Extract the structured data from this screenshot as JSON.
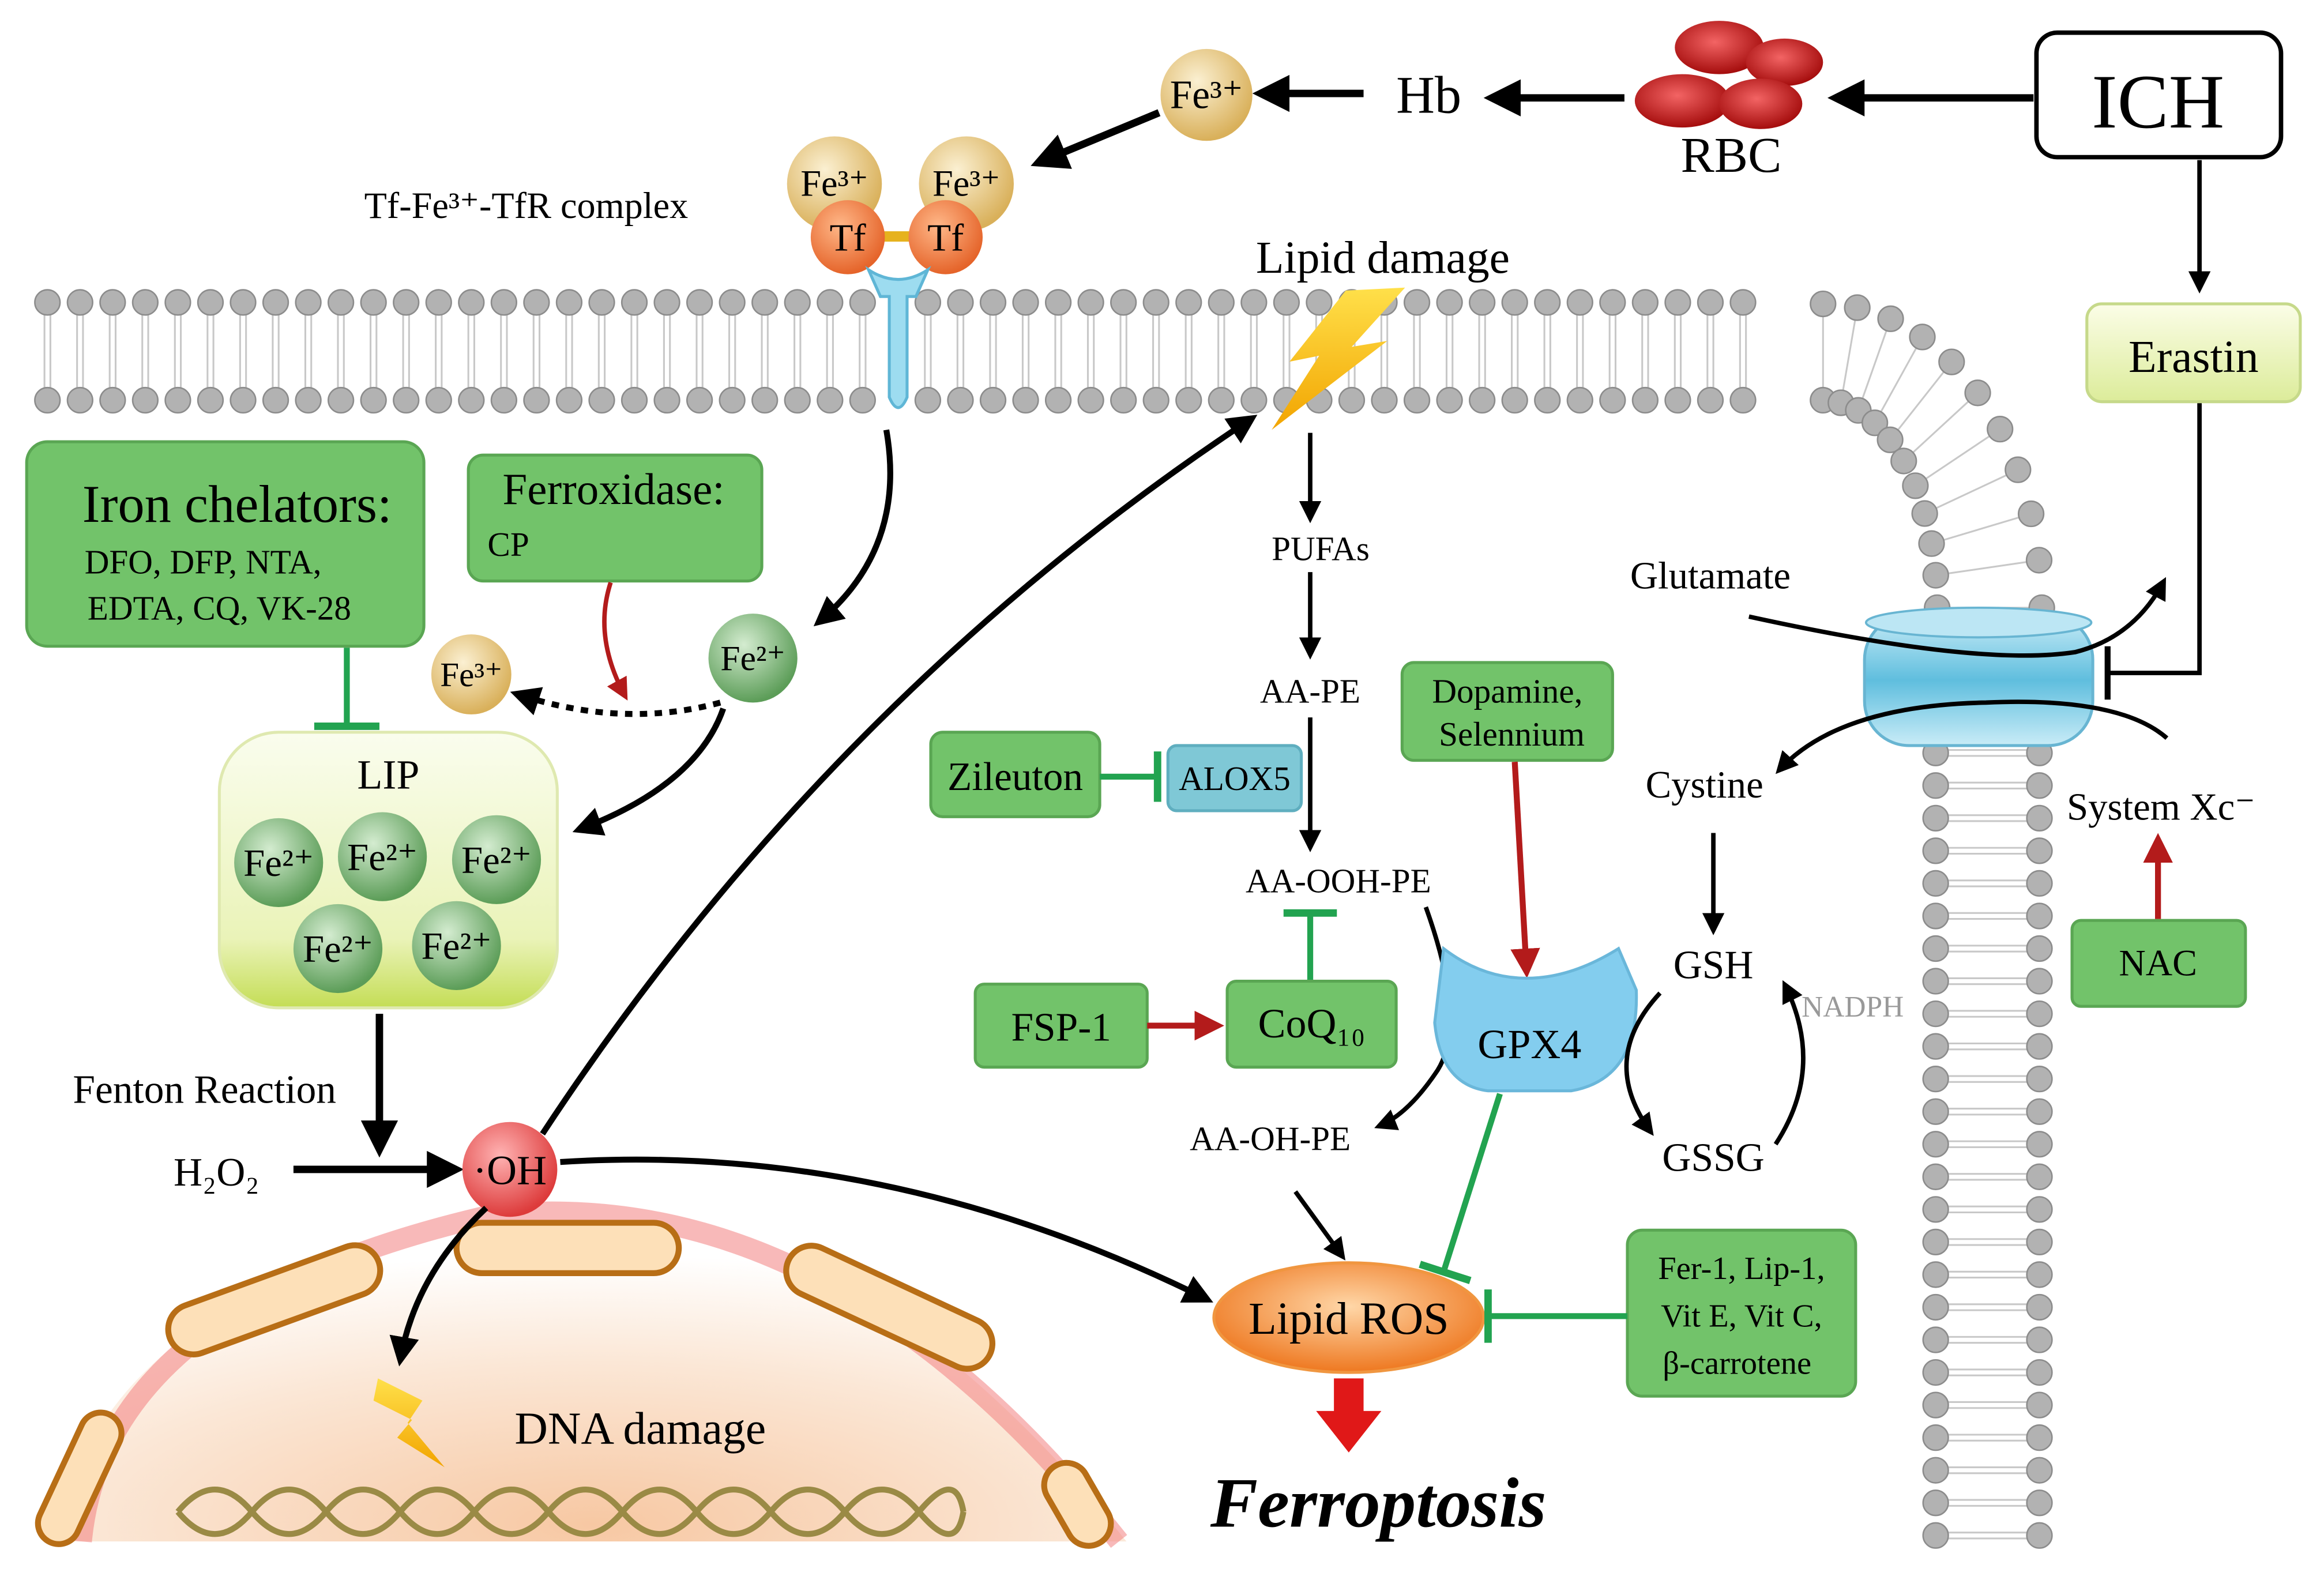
{
  "colors": {
    "green_box": "#72c36a",
    "green_box_stroke": "#5aa653",
    "inhibit_line": "#22a350",
    "red_arrow": "#b31b1b",
    "membrane_head": "#a9a9a9",
    "iron3": "#e8c777",
    "iron2": "#6fa96b",
    "hydroxyl": "#e44c4c",
    "lipid_ros": "#ee7d27",
    "gpx4": "#83cdee",
    "channel": "#7fcde5"
  },
  "ich": "ICH",
  "rbc": "RBC",
  "hb": "Hb",
  "fe3_free": "Fe³⁺",
  "fe3_left": "Fe³⁺",
  "fe3_right": "Fe³⁺",
  "tf_left": "Tf",
  "tf_right": "Tf",
  "tf_complex": "Tf-Fe³⁺-TfR complex",
  "erastin": "Erastin",
  "lipid_damage": "Lipid damage",
  "iron_chelators": {
    "title": "Iron chelators:",
    "line1": "DFO, DFP, NTA,",
    "line2": "EDTA, CQ, VK-28"
  },
  "ferroxidase": {
    "title": "Ferroxidase:",
    "line1": "CP"
  },
  "fe3_small": "Fe³⁺",
  "fe2_free": "Fe²⁺",
  "lip": {
    "label": "LIP",
    "ions": [
      "Fe²⁺",
      "Fe²⁺",
      "Fe²⁺",
      "Fe²⁺",
      "Fe²⁺"
    ]
  },
  "fenton": "Fenton Reaction",
  "h2o2": "H₂O₂",
  "oh": "·OH",
  "dna_damage": "DNA damage",
  "pufas": "PUFAs",
  "aa_pe": "AA-PE",
  "aa_ooh_pe": "AA-OOH-PE",
  "aa_oh_pe": "AA-OH-PE",
  "zileuton": "Zileuton",
  "alox5": "ALOX5",
  "fsp1": "FSP-1",
  "coq10": "CoQ₁₀",
  "dopamine": {
    "line1": "Dopamine,",
    "line2": "Selennium"
  },
  "gpx4": "GPX4",
  "glutamate": "Glutamate",
  "cystine": "Cystine",
  "gsh": "GSH",
  "gssg": "GSSG",
  "nadph": "NADPH",
  "system_xc": "System Xc⁻",
  "nac": "NAC",
  "lipid_ros": "Lipid ROS",
  "inhibitors": {
    "line1": "Fer-1, Lip-1,",
    "line2": "Vit E, Vit C,",
    "line3": "β-carrotene"
  },
  "ferroptosis": "Ferroptosis"
}
